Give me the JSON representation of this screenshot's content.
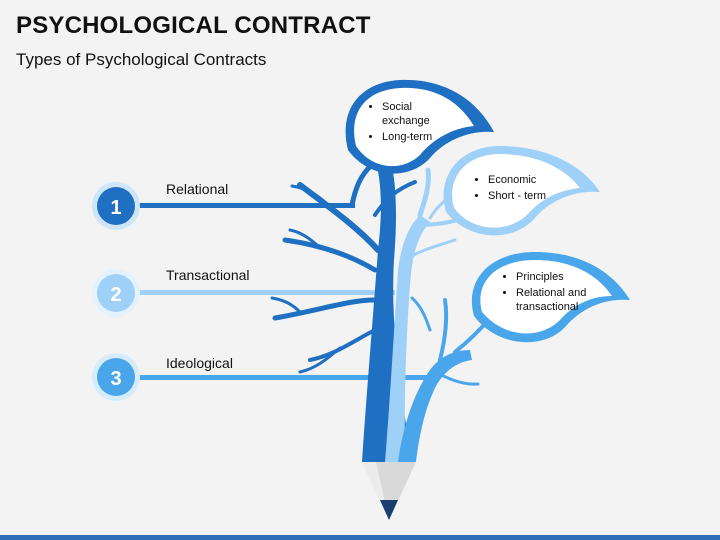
{
  "title": "PSYCHOLOGICAL CONTRACT",
  "subtitle": "Types of Psychological Contracts",
  "items": [
    {
      "number": "1",
      "label": "Relational",
      "color": "#1f6fc2"
    },
    {
      "number": "2",
      "label": "Transactional",
      "color": "#9fd0f7"
    },
    {
      "number": "3",
      "label": "Ideological",
      "color": "#4aa6ea"
    }
  ],
  "bubbles": [
    {
      "bullets": [
        "Social exchange",
        "Long-term"
      ],
      "color": "#1f6fc2"
    },
    {
      "bullets": [
        "Economic",
        "Short - term"
      ],
      "color": "#9fd0f7"
    },
    {
      "bullets": [
        "Principles",
        "Relational and transactional"
      ],
      "color": "#4aa6ea"
    }
  ],
  "colors": {
    "dark_blue": "#1f6fc2",
    "light_blue": "#9fd0f7",
    "mid_blue": "#4aa6ea"
  }
}
